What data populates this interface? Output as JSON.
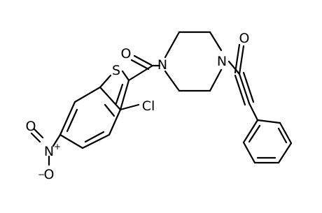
{
  "molecule": {
    "atom_labels": {
      "carbonyl_oxygen_left": "O",
      "thiophene_sulfur": "S",
      "chlorine": "Cl",
      "piperazine_nitrogen_left": "N",
      "piperazine_nitrogen_right": "N",
      "carbonyl_oxygen_right": "O",
      "nitro_oxygen_top": "O",
      "nitro_nitrogen": "N",
      "nitro_oxygen_bottom": "O"
    },
    "charges": {
      "nitro_nitrogen": "+",
      "nitro_oxygen_bottom": "−"
    },
    "colors": {
      "bond": "#000000",
      "label": "#000000",
      "background": "#ffffff"
    }
  }
}
